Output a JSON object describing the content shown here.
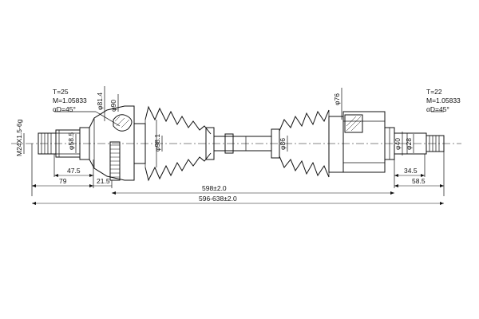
{
  "left_spec": {
    "teeth": "T=25",
    "module": "M=1.05833",
    "angle": "αD=45°"
  },
  "right_spec": {
    "teeth": "T=22",
    "module": "M=1.05833",
    "angle": "αD=45°"
  },
  "thread": "M24X1.5-6g",
  "diameters": {
    "d58_5": "φ58.5",
    "d81_4": "φ81.4",
    "d90": "φ90",
    "d98_1": "φ98.1",
    "d86": "φ86",
    "d76": "φ76",
    "d40": "φ40",
    "d28": "φ28"
  },
  "lengths": {
    "l47_5": "47.5",
    "l79": "79",
    "l21_5": "21.5",
    "l34_5": "34.5",
    "l58_5": "58.5",
    "l598": "598±2.0",
    "lrange": "596-638±2.0"
  }
}
